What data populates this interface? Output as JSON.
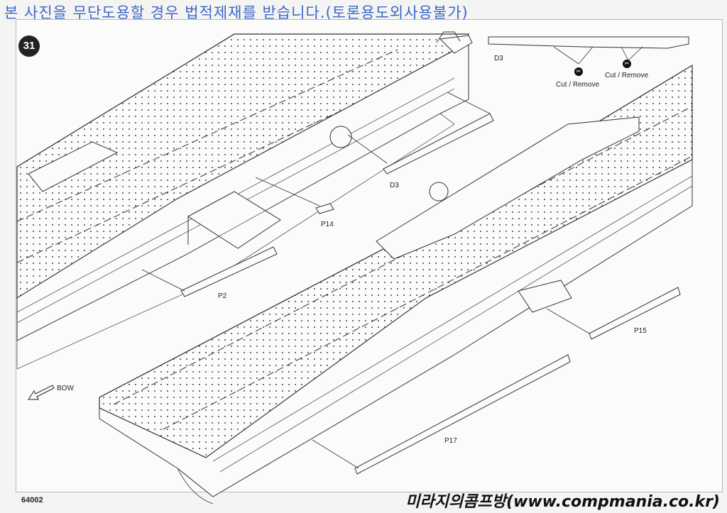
{
  "watermark": {
    "top_notice": "본 사진을 무단도용할 경우 법적제재를 받습니다.(토론용도외사용불가)",
    "bottom_credit": "미라지의콤프방(www.compmania.co.kr)"
  },
  "sheet": {
    "step_number": "31",
    "product_code": "64002",
    "direction_label": "BOW",
    "cut_remove_label_1": "Cut / Remove",
    "cut_remove_label_2": "Cut / Remove"
  },
  "parts": [
    {
      "id": "d3_inset",
      "label": "D3"
    },
    {
      "id": "d3_main",
      "label": "D3"
    },
    {
      "id": "p14",
      "label": "P14"
    },
    {
      "id": "p2",
      "label": "P2"
    },
    {
      "id": "p15",
      "label": "P15"
    },
    {
      "id": "p17",
      "label": "P17"
    }
  ],
  "icons": {
    "cut": "scissors-icon",
    "direction": "arrow-down-left-icon"
  },
  "colors": {
    "watermark_blue": "#3d67c9",
    "ink": "#222222",
    "paper": "#fbfbfa"
  }
}
